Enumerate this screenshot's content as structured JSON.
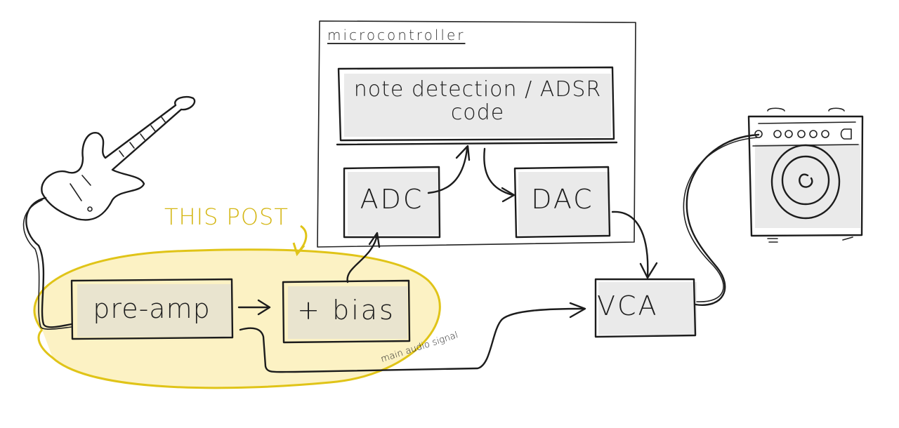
{
  "diagram": {
    "title": "Guitar synth signal chain sketch",
    "microcontroller": {
      "label": "microcontroller"
    },
    "blocks": {
      "note_detection": {
        "line1": "note detection / ADSR",
        "line2": "code"
      },
      "adc": "ADC",
      "dac": "DAC",
      "pre_amp": "pre-amp",
      "bias": "+ bias",
      "vca": "VCA"
    },
    "annotations": {
      "this_post": "THIS POST",
      "main_audio_signal": "main audio signal"
    },
    "devices": {
      "guitar": "guitar",
      "amplifier": "amplifier"
    },
    "connections": [
      {
        "from": "guitar",
        "to": "pre-amp"
      },
      {
        "from": "pre-amp",
        "to": "+ bias"
      },
      {
        "from": "+ bias",
        "to": "ADC"
      },
      {
        "from": "ADC",
        "to": "note detection / ADSR code"
      },
      {
        "from": "note detection / ADSR code",
        "to": "DAC"
      },
      {
        "from": "DAC",
        "to": "VCA"
      },
      {
        "from": "pre-amp",
        "to": "VCA",
        "label": "main audio signal"
      },
      {
        "from": "VCA",
        "to": "amplifier"
      }
    ],
    "colors": {
      "ink": "#1c1c1c",
      "highlight": "#e0c418",
      "highlight_fill": "#fbeeb0",
      "shading": "#d9d9d9"
    }
  }
}
